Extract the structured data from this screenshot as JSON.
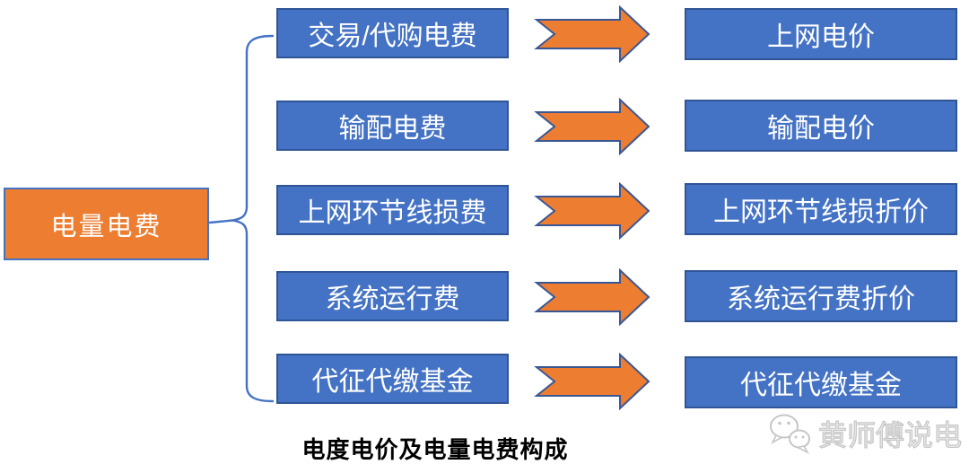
{
  "diagram": {
    "type": "flow-mapping",
    "source_box": {
      "label": "电量电费"
    },
    "rows": [
      {
        "middle_label": "交易/代购电费",
        "right_label": "上网电价"
      },
      {
        "middle_label": "输配电费",
        "right_label": "输配电价"
      },
      {
        "middle_label": "上网环节线损费",
        "right_label": "上网环节线损折价"
      },
      {
        "middle_label": "系统运行费",
        "right_label": "系统运行费折价"
      },
      {
        "middle_label": "代征代缴基金",
        "right_label": "代征代缴基金"
      }
    ],
    "caption": "电度电价及电量电费构成"
  },
  "watermark": {
    "icon": "wechat-bubbles-icon",
    "text": "黄师傅说电"
  },
  "colors": {
    "box_blue_fill": "#4472C4",
    "box_blue_border": "#2F5597",
    "orange_fill": "#ED7D31",
    "orange_box_border": "#4472C4",
    "arrow_border": "#3A5795",
    "connector_blue": "#4472C4",
    "caption_text": "#000000",
    "watermark_gray": "#C6C6C6",
    "box_text": "#FFFFFF"
  }
}
